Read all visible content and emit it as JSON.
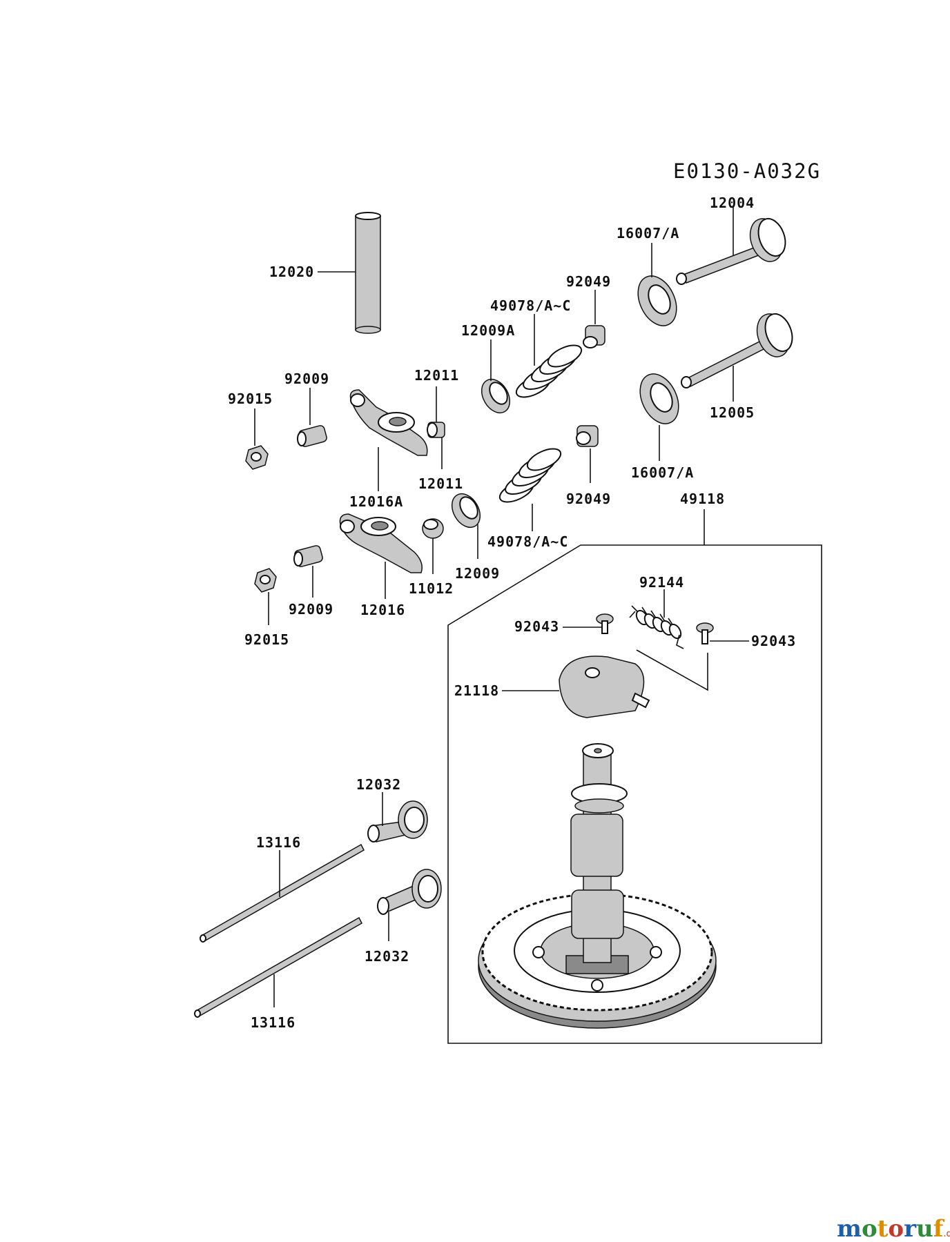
{
  "diagram": {
    "code": "E0130-A032G",
    "labels": {
      "p12020": "12020",
      "p12004": "12004",
      "p16007a_top": "16007/A",
      "p92049_top": "92049",
      "p49078_top": "49078/A~C",
      "p12009a": "12009A",
      "p12011_top": "12011",
      "p92009_top": "92009",
      "p92015_top": "92015",
      "p12005": "12005",
      "p16007a_bot": "16007/A",
      "p12011_bot": "12011",
      "p12016a": "12016A",
      "p92049_bot": "92049",
      "p49118": "49118",
      "p49078_bot": "49078/A~C",
      "p12009": "12009",
      "p11012": "11012",
      "p92009_bot": "92009",
      "p12016": "12016",
      "p92015_bot": "92015",
      "p92144": "92144",
      "p92043_left": "92043",
      "p92043_right": "92043",
      "p21118": "21118",
      "p12032_top": "12032",
      "p13116_top": "13116",
      "p12032_bot": "12032",
      "p13116_bot": "13116"
    }
  },
  "watermark": {
    "brand_letters": [
      "m",
      "o",
      "t",
      "o",
      "r",
      "u",
      "f"
    ],
    "brand_colors": [
      "#1f5fa8",
      "#2e8b3a",
      "#d98f00",
      "#c0392b",
      "#1f5fa8",
      "#2e8b3a",
      "#d98f00"
    ],
    "suffix": ".de"
  }
}
